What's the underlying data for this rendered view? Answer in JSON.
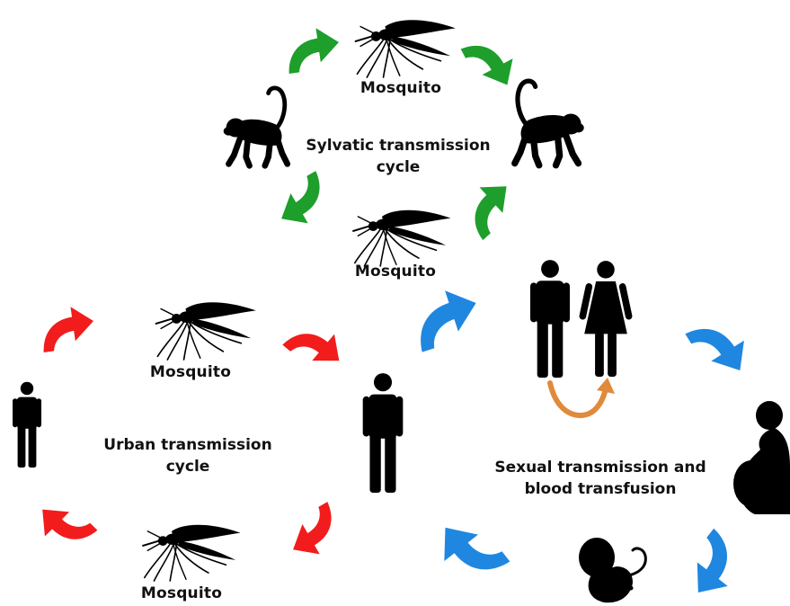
{
  "labels": {
    "mosquito": "Mosquito",
    "sylvatic_line1": "Sylvatic transmission",
    "sylvatic_line2": "cycle",
    "urban_line1": "Urban transmission",
    "urban_line2": "cycle",
    "sexual_line1": "Sexual transmission and",
    "sexual_line2": "blood transfusion"
  },
  "icons": {
    "mosquito": "mosquito-icon",
    "monkey": "monkey-icon",
    "man": "man-icon",
    "woman": "woman-icon",
    "pregnant_woman": "pregnant-woman-icon",
    "fetus": "fetus-icon"
  },
  "colors": {
    "sylvatic_arrow": "#1e9e2b",
    "urban_arrow": "#f21c1c",
    "sexual_arrow": "#1f87e0",
    "partner_arrow": "#e08a3c",
    "silhouette": "#000000"
  }
}
